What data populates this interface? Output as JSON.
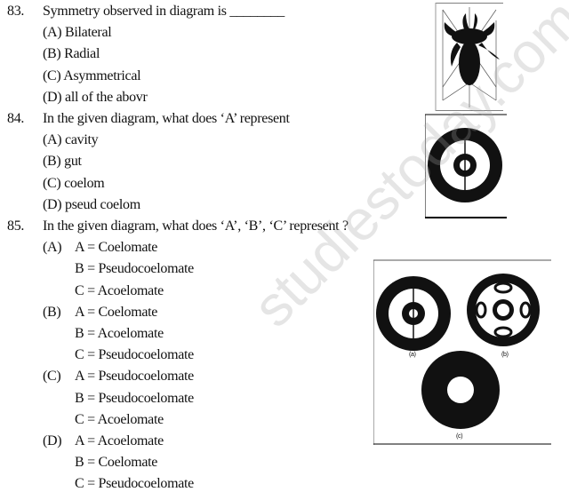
{
  "questions": [
    {
      "number": "83.",
      "text": "Symmetry observed in diagram is ________",
      "options": [
        "(A) Bilateral",
        "(B) Radial",
        "(C) Asymmetrical",
        "(D) all of the abovr"
      ]
    },
    {
      "number": "84.",
      "text": "In the given diagram, what does ‘A’ represent",
      "options": [
        "(A) cavity",
        "(B) gut",
        "(C) coelom",
        "(D) pseud coelom"
      ]
    },
    {
      "number": "85.",
      "text": "In the given diagram, what does ‘A’, ‘B’, ‘C’ represent ?",
      "options": [
        {
          "label": "(A)",
          "lines": [
            "A = Coelomate",
            "B = Pseudocoelomate",
            "C = Acoelomate"
          ]
        },
        {
          "label": "(B)",
          "lines": [
            "A = Coelomate",
            "B = Acoelomate",
            "C = Pseudocoelomate"
          ]
        },
        {
          "label": "(C)",
          "lines": [
            "A = Pseudocoelomate",
            "B = Pseudocoelomate",
            "C = Acoelomate"
          ]
        },
        {
          "label": "(D)",
          "lines": [
            "A = Acoelomate",
            "B = Coelomate",
            "C = Pseudocoelomate"
          ]
        }
      ]
    }
  ],
  "figure_captions": [
    "(a)",
    "(b)",
    "(c)"
  ],
  "watermark": "studiestoday.com"
}
